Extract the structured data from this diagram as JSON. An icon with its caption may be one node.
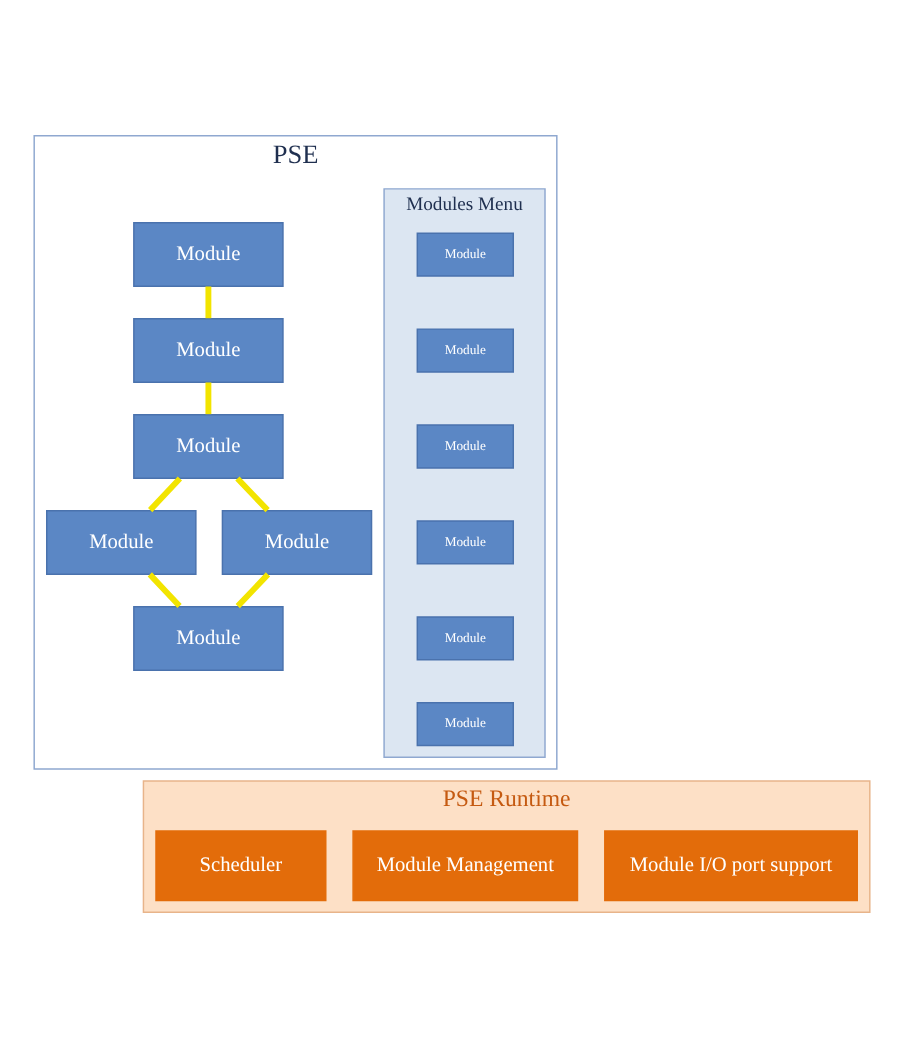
{
  "diagram": {
    "nodes": [
      {
        "text": [
          "PSE"
        ]
      },
      {
        "text": [
          "Modules Menu"
        ],
        "in": 0
      },
      {
        "text": [
          "Module"
        ],
        "in": 1
      },
      {
        "text": [
          "Module"
        ],
        "in": 1
      },
      {
        "text": [
          "Module"
        ],
        "in": 1
      },
      {
        "text": [
          "Module"
        ],
        "in": 1
      },
      {
        "text": [
          "Module"
        ],
        "in": 1
      },
      {
        "text": [
          "Module"
        ],
        "in": 1
      },
      {
        "text": [
          "Module"
        ],
        "in": 0
      },
      {
        "text": [
          "Module"
        ],
        "in": 0
      },
      {
        "text": [
          "Module"
        ],
        "in": 0
      },
      {
        "text": [
          "Module"
        ],
        "in": 0
      },
      {
        "text": [
          "Module"
        ],
        "in": 0
      },
      {
        "text": [
          "Module"
        ],
        "in": 0
      },
      {
        "text": [
          "PSE Runtime"
        ]
      },
      {
        "text": [
          "Module I/O port support"
        ],
        "in": 14
      },
      {
        "text": [
          "Module Management"
        ],
        "in": 14
      },
      {
        "text": [
          "Scheduler"
        ],
        "in": 14
      }
    ],
    "edges": [
      {
        "from": 8,
        "to": 9,
        "arrow": "none"
      },
      {
        "from": 9,
        "to": 10,
        "arrow": "none"
      },
      {
        "from": 10,
        "to": 11,
        "arrow": "none"
      },
      {
        "from": 10,
        "to": 12,
        "arrow": "none"
      },
      {
        "from": 11,
        "to": 13,
        "arrow": "none"
      },
      {
        "from": 12,
        "to": 13,
        "arrow": "none"
      }
    ]
  }
}
